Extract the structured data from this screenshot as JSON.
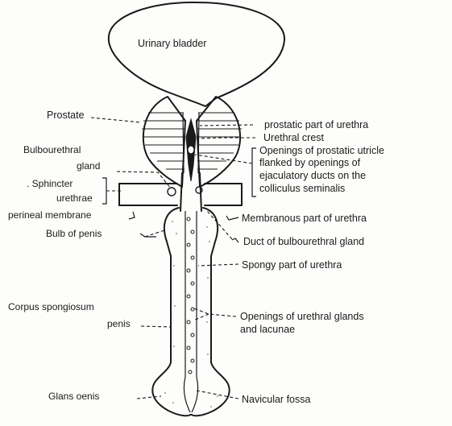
{
  "labels": {
    "urinary_bladder": "Urinary bladder",
    "prostate": "Prostate",
    "bulbourethral_gland_1": "Bulbourethral",
    "bulbourethral_gland_2": "gland",
    "sphincter_1": ". Sphincter",
    "sphincter_2": "urethrae",
    "perineal_membrane": "perineal membrane",
    "bulb_of_penis": "Bulb of penis",
    "corpus_spongiosum_1": "Corpus spongiosum",
    "corpus_spongiosum_2": "penis",
    "glans_penis": "Glans oenis",
    "prostatic_part": "prostatic part of urethra",
    "urethral_crest": "Urethral crest",
    "openings_utricle_1": "Openings of prostatic utricle",
    "openings_utricle_2": "flanked by openings of",
    "openings_utricle_3": "ejaculatory ducts on the",
    "openings_utricle_4": "colliculus seminalis",
    "membranous_part": "Membranous part of urethra",
    "duct_bulbourethral": "Duct of bulbourethral gland",
    "spongy_part": "Spongy part of urethra",
    "openings_glands_1": "Openings of urethral glands",
    "openings_glands_2": "and lacunae",
    "navicular_fossa": "Navicular fossa"
  }
}
